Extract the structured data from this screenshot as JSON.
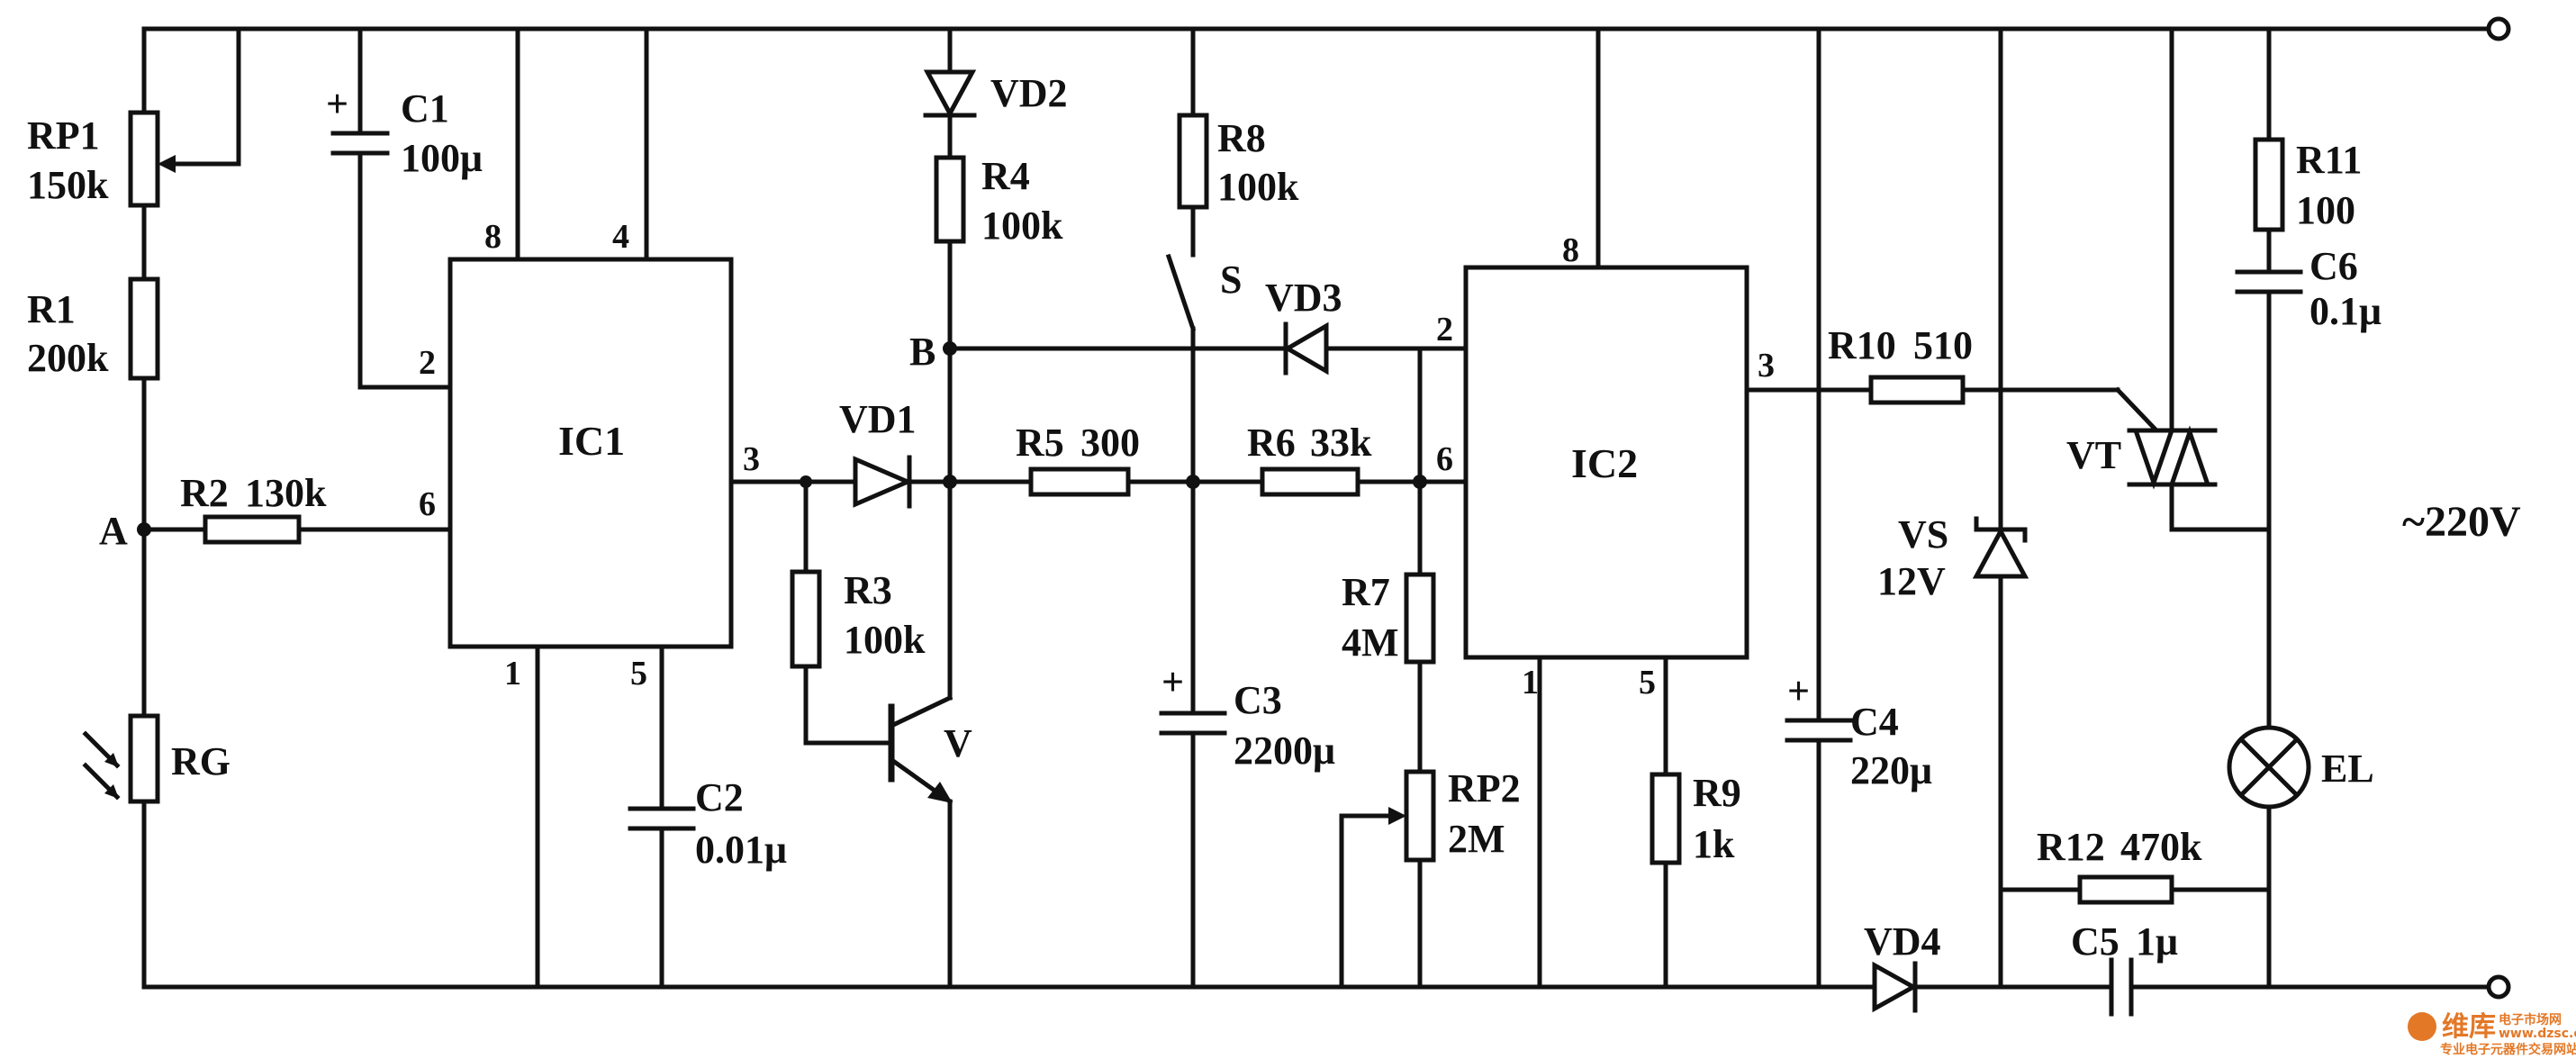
{
  "components": {
    "RP1": {
      "name": "RP1",
      "value": "150k"
    },
    "R1": {
      "name": "R1",
      "value": "200k"
    },
    "R2": {
      "name": "R2",
      "value": "130k"
    },
    "RG": {
      "name": "RG"
    },
    "C1": {
      "name": "C1",
      "value": "100μ",
      "polarity": "+"
    },
    "C2": {
      "name": "C2",
      "value": "0.01μ"
    },
    "IC1": {
      "name": "IC1",
      "pins": {
        "p8": "8",
        "p4": "4",
        "p2": "2",
        "p6": "6",
        "p3": "3",
        "p1": "1",
        "p5": "5"
      }
    },
    "VD1": {
      "name": "VD1"
    },
    "VD2": {
      "name": "VD2"
    },
    "VD3": {
      "name": "VD3"
    },
    "VD4": {
      "name": "VD4"
    },
    "R3": {
      "name": "R3",
      "value": "100k"
    },
    "R4": {
      "name": "R4",
      "value": "100k"
    },
    "R5": {
      "name": "R5",
      "value": "300"
    },
    "R6": {
      "name": "R6",
      "value": "33k"
    },
    "R7": {
      "name": "R7",
      "value": "4M"
    },
    "R8": {
      "name": "R8",
      "value": "100k"
    },
    "R9": {
      "name": "R9",
      "value": "1k"
    },
    "R10": {
      "name": "R10",
      "value": "510"
    },
    "R11": {
      "name": "R11",
      "value": "100"
    },
    "R12": {
      "name": "R12",
      "value": "470k"
    },
    "RP2": {
      "name": "RP2",
      "value": "2M"
    },
    "V": {
      "name": "V"
    },
    "S": {
      "name": "S"
    },
    "C3": {
      "name": "C3",
      "value": "2200μ",
      "polarity": "+"
    },
    "C4": {
      "name": "C4",
      "value": "220μ",
      "polarity": "+"
    },
    "C5": {
      "name": "C5",
      "value": "1μ"
    },
    "C6": {
      "name": "C6",
      "value": "0.1μ"
    },
    "IC2": {
      "name": "IC2",
      "pins": {
        "p8": "8",
        "p2": "2",
        "p6": "6",
        "p3": "3",
        "p1": "1",
        "p5": "5"
      }
    },
    "VS": {
      "name": "VS",
      "value": "12V"
    },
    "VT": {
      "name": "VT"
    },
    "EL": {
      "name": "EL"
    }
  },
  "nodes": {
    "A": "A",
    "B": "B"
  },
  "supply": {
    "label": "~220V"
  },
  "watermark": {
    "brand": "维库",
    "line1": "电子市场网",
    "line2": "专业电子元器件交易网站",
    "url": "www.dzsc.com"
  },
  "colors": {
    "line": "#111111",
    "background": "#ffffff",
    "watermark": "#e06a10"
  }
}
